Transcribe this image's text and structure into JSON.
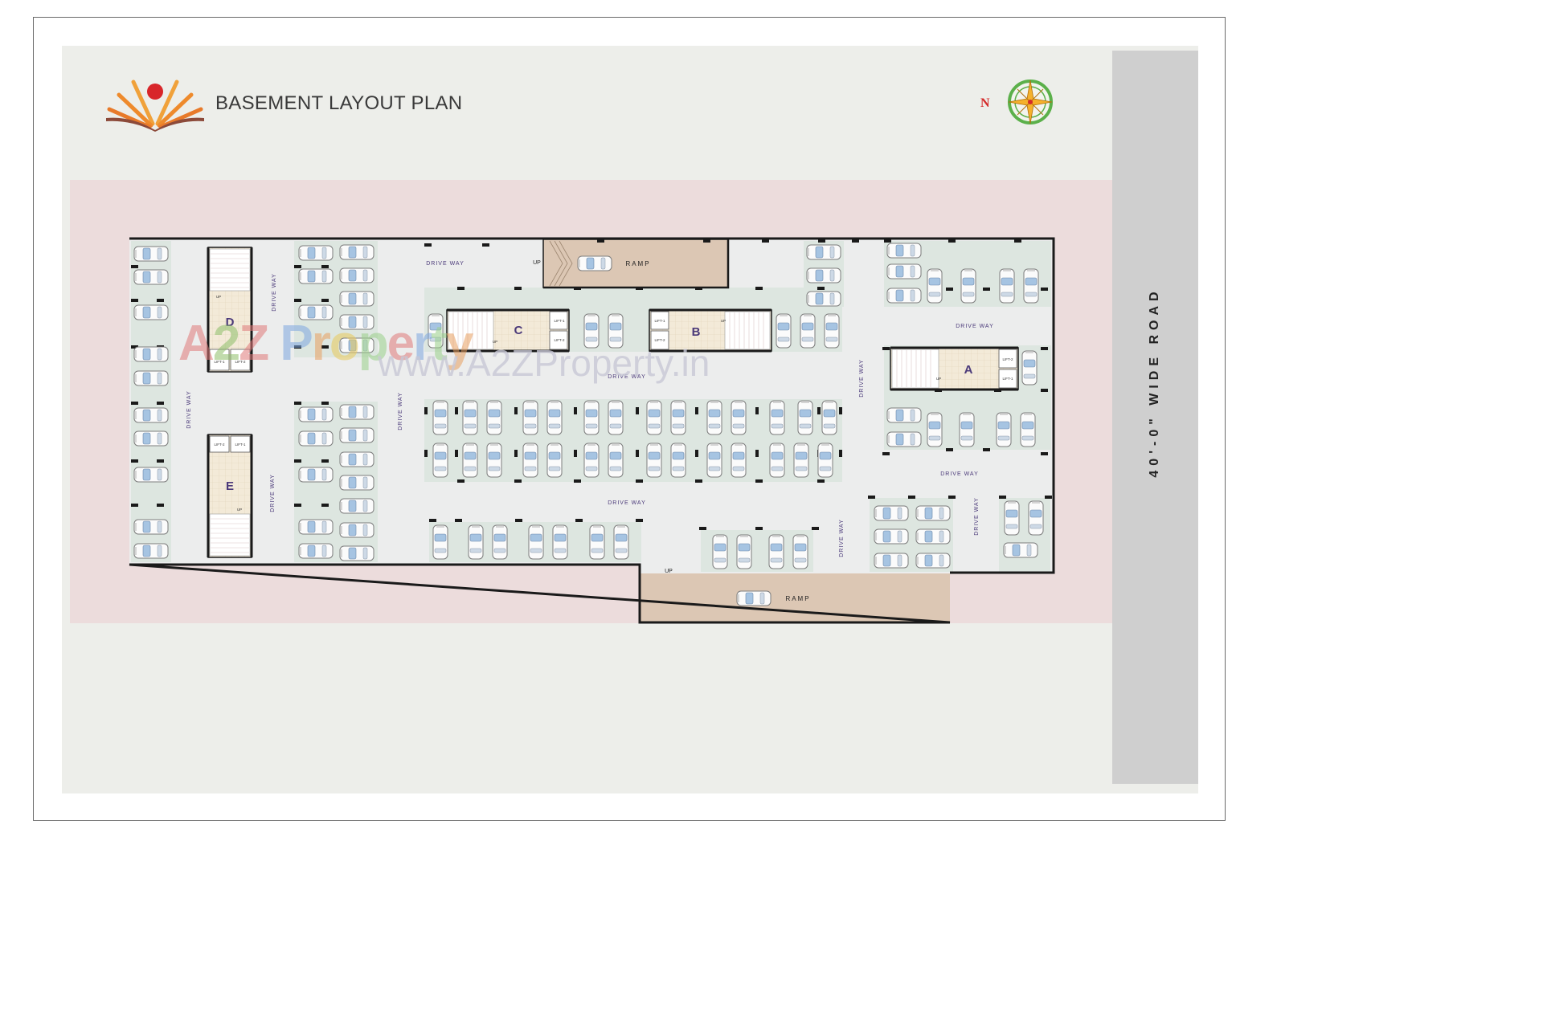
{
  "title": "BASEMENT LAYOUT PLAN",
  "road_label": "40'-0\" WIDE ROAD",
  "north_label": "N",
  "ramp_label": "RAMP",
  "up_label": "UP",
  "driveway_label": "DRIVE WAY",
  "lift_labels": [
    "LIFT-1",
    "LIFT-2"
  ],
  "cores": [
    "A",
    "B",
    "C",
    "D",
    "E"
  ],
  "watermark": {
    "logo_text": [
      "A",
      "2",
      "Z",
      " ",
      "P",
      "r",
      "o",
      "p",
      "e",
      "r",
      "t",
      "y"
    ],
    "url": "www.A2ZProperty.in"
  },
  "colors": {
    "sheet": "#edeeea",
    "setback": "#ecdcdc",
    "floor": "#eceded",
    "parking_bay": "#dde6e0",
    "ramp": "#dcc7b4",
    "core": "#f3ead8",
    "wall": "#1a1a1a",
    "label_text": "#4b3a7a",
    "road": "#cfcfcf"
  }
}
